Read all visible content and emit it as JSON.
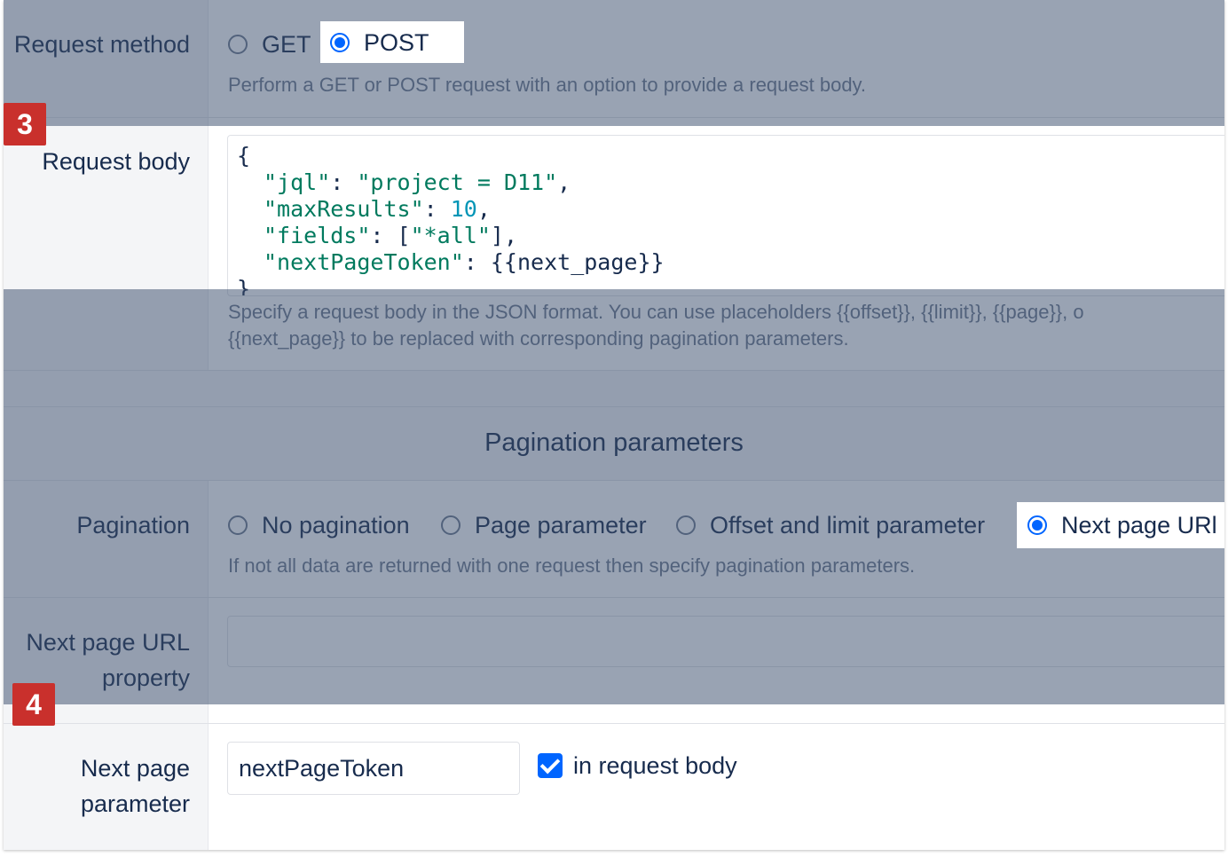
{
  "request_method": {
    "label": "Request method",
    "options": [
      "GET",
      "POST"
    ],
    "selected": "POST",
    "hint": "Perform a GET or POST request with an option to provide a request body."
  },
  "request_body": {
    "label": "Request body",
    "code_lines": [
      "{",
      "\"jql\": \"project = D11\",",
      "\"maxResults\": 10,",
      "\"fields\": [\"*all\"],",
      "\"nextPageToken\": {{next_page}}"
    ],
    "hint_line1": "Specify a request body in the JSON format. You can use placeholders {{offset}}, {{limit}}, {{page}}, o",
    "hint_line2": "{{next_page}} to be replaced with corresponding pagination parameters."
  },
  "pagination_section": {
    "title": "Pagination parameters"
  },
  "pagination": {
    "label": "Pagination",
    "options": [
      "No pagination",
      "Page parameter",
      "Offset and limit parameter",
      "Next page URl"
    ],
    "selected": "Next page URl",
    "hint": "If not all data are returned with one request then specify pagination parameters."
  },
  "next_page_url_property": {
    "label_line1": "Next page URL",
    "label_line2": "property",
    "value": ""
  },
  "next_page_parameter": {
    "label_line1": "Next page",
    "label_line2": "parameter",
    "value": "nextPageToken",
    "checkbox_label": "in request body",
    "checked": true
  },
  "badges": [
    "3",
    "4"
  ],
  "colors": {
    "accent": "#0065ff",
    "badge": "#c9302c",
    "overlay": "rgba(60,78,110,0.52)"
  }
}
